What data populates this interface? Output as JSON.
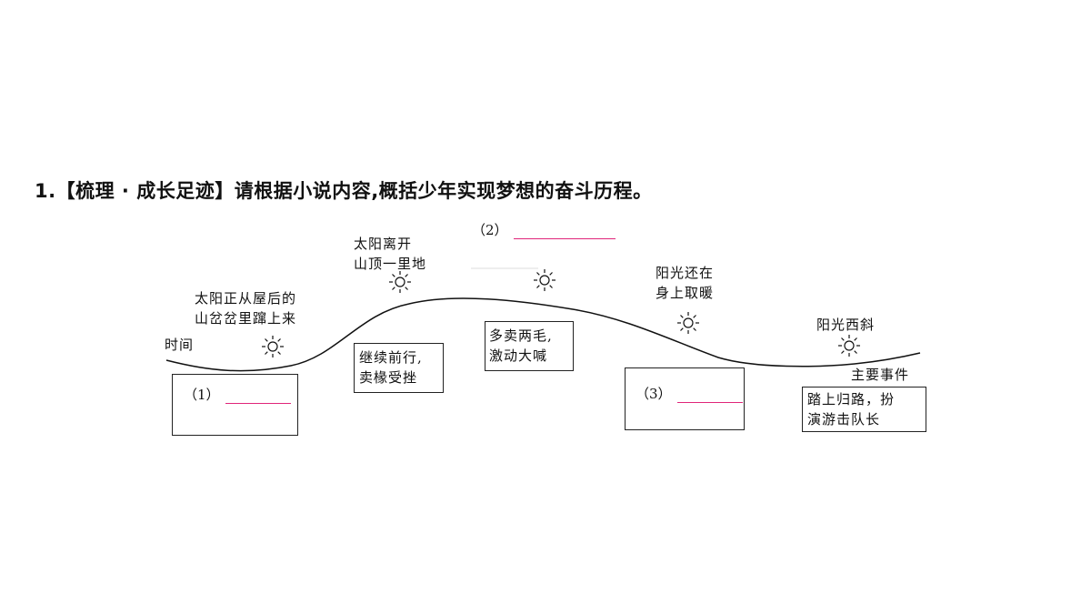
{
  "question": {
    "number": "1.",
    "tag": "【梳理 · 成长足迹】",
    "prompt": "请根据小说内容,概括少年实现梦想的奋斗历程。"
  },
  "axis_label": "时间",
  "events_label": "主要事件",
  "sun_labels": {
    "s1_line1": "太阳正从屋后的",
    "s1_line2": "山岔岔里蹿上来",
    "s2_line1": "太阳离开",
    "s2_line2": "山顶一里地",
    "s4_line1": "阳光还在",
    "s4_line2": "身上取暖",
    "s5_line1": "阳光西斜"
  },
  "boxes": {
    "b1_label": "（1）",
    "b2_line1": "继续前行,",
    "b2_line2": "卖椽受挫",
    "b3_label": "（2）",
    "b4_line1": "多卖两毛,",
    "b4_line2": "激动大喊",
    "b5_label": "（3）",
    "b6_line1": "踏上归路，扮",
    "b6_line2": "演游击队长"
  },
  "colors": {
    "blank_line": "#e0257a",
    "ink": "#111111"
  },
  "icons": [
    "sun-icon"
  ]
}
